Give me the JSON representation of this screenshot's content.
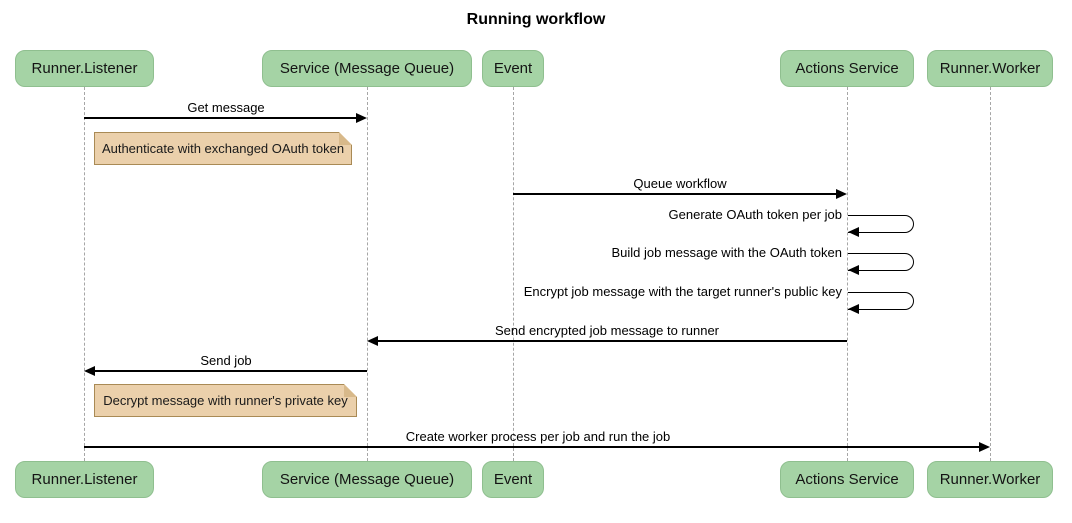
{
  "title": "Running workflow",
  "colors": {
    "actor_fill": "#a5d3a5",
    "actor_border": "#8fbf8f",
    "note_fill": "#ebd0ab",
    "note_border": "#a98a55",
    "note_fold": "#d8b98a",
    "lifeline": "#a6a6a6",
    "line": "#000000"
  },
  "diagram": {
    "type": "sequence",
    "participants": [
      {
        "name": "Runner.Listener"
      },
      {
        "name": "Service (Message Queue)"
      },
      {
        "name": "Event"
      },
      {
        "name": "Actions Service"
      },
      {
        "name": "Runner.Worker"
      }
    ],
    "messages": [
      {
        "kind": "arrow",
        "from": "Runner.Listener",
        "to": "Service (Message Queue)",
        "text": "Get message"
      },
      {
        "kind": "note",
        "over": "Runner.Listener",
        "text": "Authenticate with exchanged OAuth token"
      },
      {
        "kind": "arrow",
        "from": "Event",
        "to": "Actions Service",
        "text": "Queue workflow"
      },
      {
        "kind": "self",
        "on": "Actions Service",
        "text": "Generate OAuth token per job"
      },
      {
        "kind": "self",
        "on": "Actions Service",
        "text": "Build job message with the OAuth token"
      },
      {
        "kind": "self",
        "on": "Actions Service",
        "text": "Encrypt job message with the target runner's public key"
      },
      {
        "kind": "arrow",
        "from": "Actions Service",
        "to": "Service (Message Queue)",
        "text": "Send encrypted job message to runner"
      },
      {
        "kind": "arrow",
        "from": "Service (Message Queue)",
        "to": "Runner.Listener",
        "text": "Send job"
      },
      {
        "kind": "note",
        "over": "Runner.Listener",
        "text": "Decrypt message with runner's private key"
      },
      {
        "kind": "arrow",
        "from": "Runner.Listener",
        "to": "Runner.Worker",
        "text": "Create worker process per job and run the job"
      }
    ]
  }
}
